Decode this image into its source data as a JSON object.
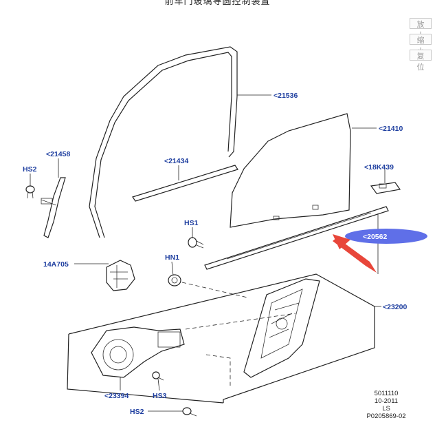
{
  "title": "前车门玻璃导圆控制装置",
  "toolbar": {
    "zoom_in": "放大",
    "zoom_out": "缩小",
    "reset": "复位"
  },
  "callouts": {
    "c21536": "<21536",
    "c21410": "<21410",
    "c21458": "<21458",
    "c21434": "<21434",
    "c18k439": "<18K439",
    "c20562": "<20562",
    "hs2_top": "HS2",
    "hs1": "HS1",
    "c14a705": "14A705",
    "hn1": "HN1",
    "c23200": "<23200",
    "c23394": "<23394",
    "hs3": "HS3",
    "hs2_bottom": "HS2"
  },
  "stamp": {
    "line1": "5011110",
    "line2": "10-2011",
    "line3": "LS",
    "line4": "P0205869-02"
  },
  "colors": {
    "callout_text": "#1f3fa0",
    "highlight_ellipse": "#5f6fe8",
    "arrow": "#e8463a"
  }
}
